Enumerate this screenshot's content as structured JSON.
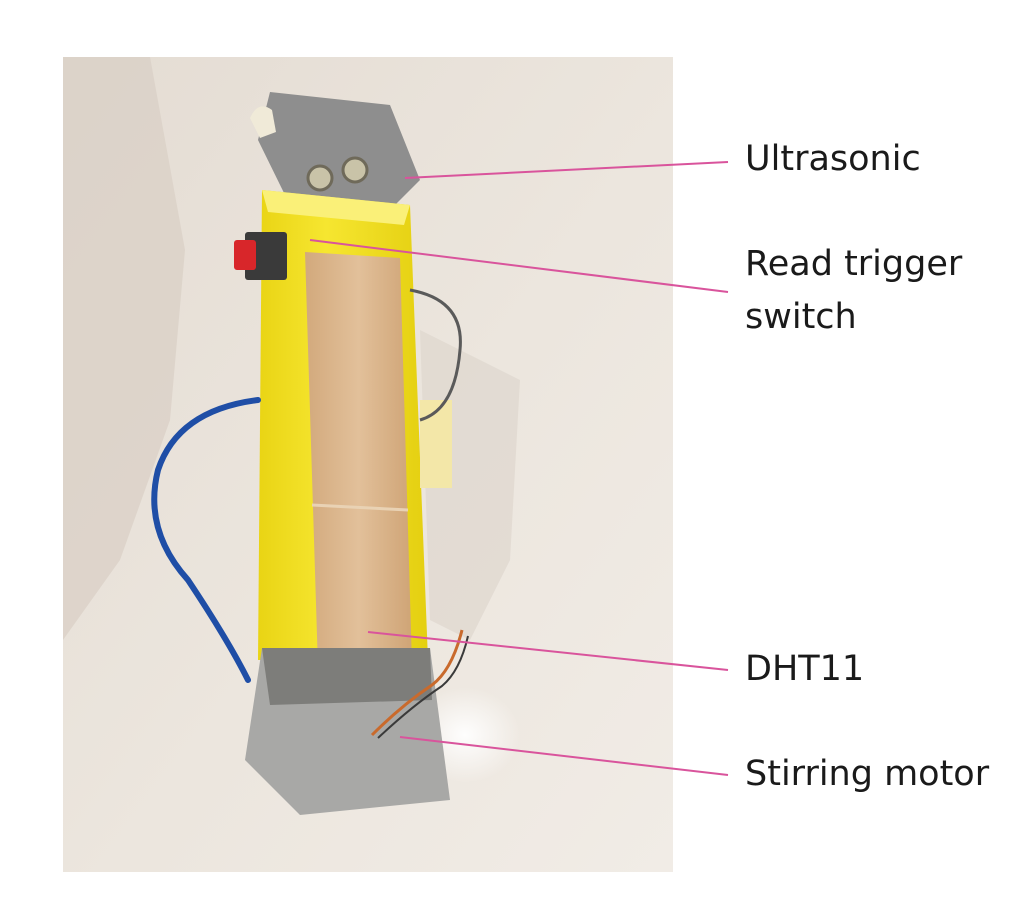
{
  "callouts": [
    {
      "id": "ultrasonic",
      "lines": [
        "Ultrasonic"
      ]
    },
    {
      "id": "read-trigger-switch",
      "lines": [
        "Read trigger",
        "switch"
      ]
    },
    {
      "id": "dht11",
      "lines": [
        "DHT11"
      ]
    },
    {
      "id": "stirring-motor",
      "lines": [
        "Stirring motor"
      ]
    }
  ],
  "colors": {
    "callout_line": "#d9549c",
    "background_wall": "#e8e0d8",
    "enclosure_yellow": "#f2e21d",
    "wood_block": "#dcb68c",
    "tape_gray": "#a8a8a6",
    "wire_blue": "#1f4ea6",
    "button_red": "#d8262a"
  }
}
